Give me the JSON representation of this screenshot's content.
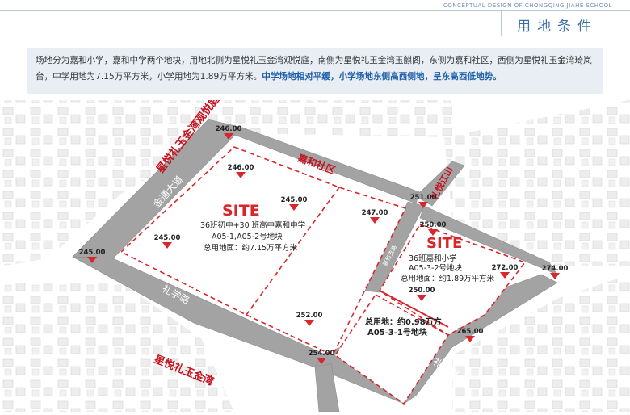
{
  "header": {
    "subtitle": "CONCEPTUAL DESIGN OF CHONGQING JIAHE SCHOOL",
    "title": "用地条件"
  },
  "description": {
    "text": "场地分为嘉和小学，嘉和中学两个地块，用地北侧为星悦礼玉金湾观悦庭，南侧为星悦礼玉金湾玉麒阁，东侧为嘉和社区，西侧为星悦礼玉金湾琦岚台，中学用地为7.15万平方米，小学用地为1.89万平方米。",
    "highlight": "中学场地相对平缓，小学场地东侧高西侧地，呈东高西低地势。"
  },
  "map": {
    "road_labels": {
      "jintong": "金通大道",
      "lixue": "礼学路",
      "lidai": "礼岱路",
      "liyuejiang": "礼悦江山",
      "inner_north": "嘉和社区路",
      "inner_mid": "嘉和支路"
    },
    "place_labels": {
      "north_west": "星悦礼玉金湾观悦庭",
      "south_west": "星悦礼玉金湾",
      "community": "嘉和社区"
    },
    "sites": {
      "middle": {
        "title": "SITE",
        "line1": "36班初中+30 班高中嘉和中学",
        "line2": "A05-1,A05-2号地块",
        "line3": "总用地面：约7.15万平方米"
      },
      "primary": {
        "title": "SITE",
        "line1": "36班嘉和小学",
        "line2": "A05-3-2号地块",
        "line3": "总用地面：约1.89万平方米"
      },
      "south": {
        "line1": "总用地：约0.98万方",
        "line2": "A05-3-1号地块"
      }
    },
    "elevations": {
      "e1": "246.00",
      "e2": "246.00",
      "e3": "245.00",
      "e4": "245.00",
      "e5": "245.00",
      "e6": "247.00",
      "e7": "251.00",
      "e8": "250.00",
      "e9": "272.00",
      "e10": "274.00",
      "e11": "250.00",
      "e12": "252.00",
      "e13": "254.00",
      "e14": "265.00"
    },
    "colors": {
      "boundary": "#d9262c",
      "road": "#9a9a9a",
      "site_fill": "#ffffff",
      "buildings": "#e7e7e7",
      "label_red": "#c4121e"
    }
  }
}
